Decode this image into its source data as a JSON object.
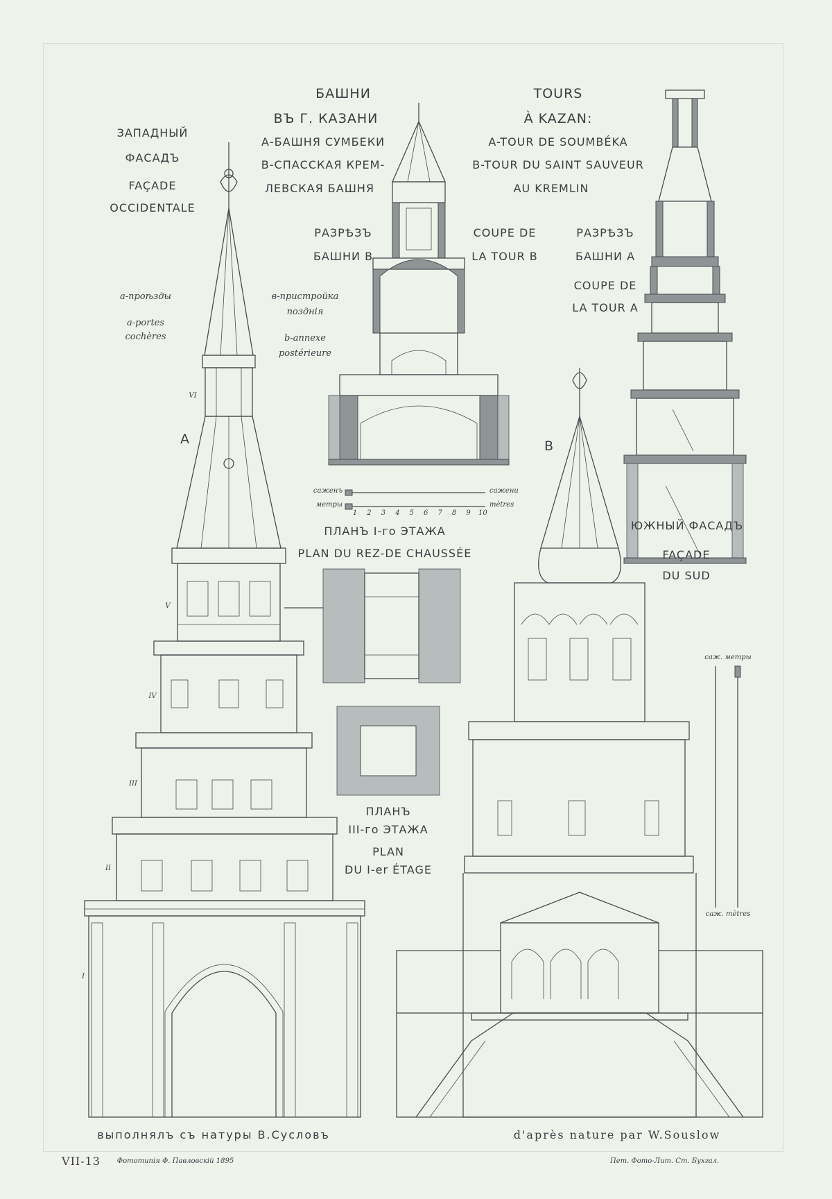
{
  "title": {
    "ru_line1": "БАШНИ",
    "ru_line2": "ВЪ Г. КАЗАНИ",
    "ru_line3": "А-БАШНЯ СУМБЕКИ",
    "ru_line4": "В-СПАССКАЯ КРЕМ-",
    "ru_line5": "ЛЕВСКАЯ БАШНЯ",
    "fr_line1": "TOURS",
    "fr_line2": "À KAZAN:",
    "fr_line3": "A-TOUR DE SOUMBÉKA",
    "fr_line4": "B-TOUR DU SAINT SAUVEUR",
    "fr_line5": "AU KREMLIN"
  },
  "west_facade": {
    "ru_1": "ЗАПАДНЫЙ",
    "ru_2": "ФАСАДЪ",
    "fr_1": "FAÇADE",
    "fr_2": "OCCIDENTALE",
    "legend_a_ru": "а-проѣзды",
    "legend_a_fr": "a-portes",
    "legend_a_fr2": "cochères",
    "letter": "A"
  },
  "annex_legend": {
    "ru_1": "в-пристройка",
    "ru_2": "позднія",
    "fr_1": "b-annexe",
    "fr_2": "postérieure"
  },
  "section_b": {
    "ru_1": "РАЗРѢЗЪ",
    "ru_2": "БАШНИ В",
    "fr_1": "COUPE DE",
    "fr_2": "LA TOUR B"
  },
  "section_a": {
    "ru_1": "РАЗРѢЗЪ",
    "ru_2": "БАШНИ А",
    "fr_1": "COUPE DE",
    "fr_2": "LA TOUR A"
  },
  "scale": {
    "top_left": "саженъ",
    "top_right": "сажени",
    "bottom_left": "метры",
    "bottom_right": "mètres",
    "numbers": [
      "1",
      "2",
      "3",
      "4",
      "5",
      "6",
      "7",
      "8",
      "9",
      "10"
    ]
  },
  "plan_ground": {
    "ru": "ПЛАНЪ I-го ЭТАЖА",
    "fr": "PLAN DU REZ-DE CHAUSSÉE"
  },
  "plan_first": {
    "ru_1": "ПЛАНЪ",
    "ru_2": "III-го ЭТАЖА",
    "fr_1": "PLAN",
    "fr_2": "DU I-er ÉTAGE"
  },
  "south_facade": {
    "ru": "ЮЖНЫЙ ФАСАДЪ",
    "fr_1": "FAÇADE",
    "fr_2": "DU SUD",
    "letter": "B"
  },
  "vertical_scale": {
    "top": "саж. метры",
    "bottom": "саж. mètres"
  },
  "credits": {
    "ru": "выполнялъ съ натуры В.Сусловъ",
    "fr": "d'après nature par W.Souslow",
    "plate": "VII-13",
    "printer_left": "Фототипія Ф. Павловскій 1895",
    "printer_right": "Пет. Фото-Лит. Ст. Бухгал."
  },
  "storey_marks": [
    "I",
    "II",
    "III",
    "IV",
    "V",
    "VI"
  ]
}
